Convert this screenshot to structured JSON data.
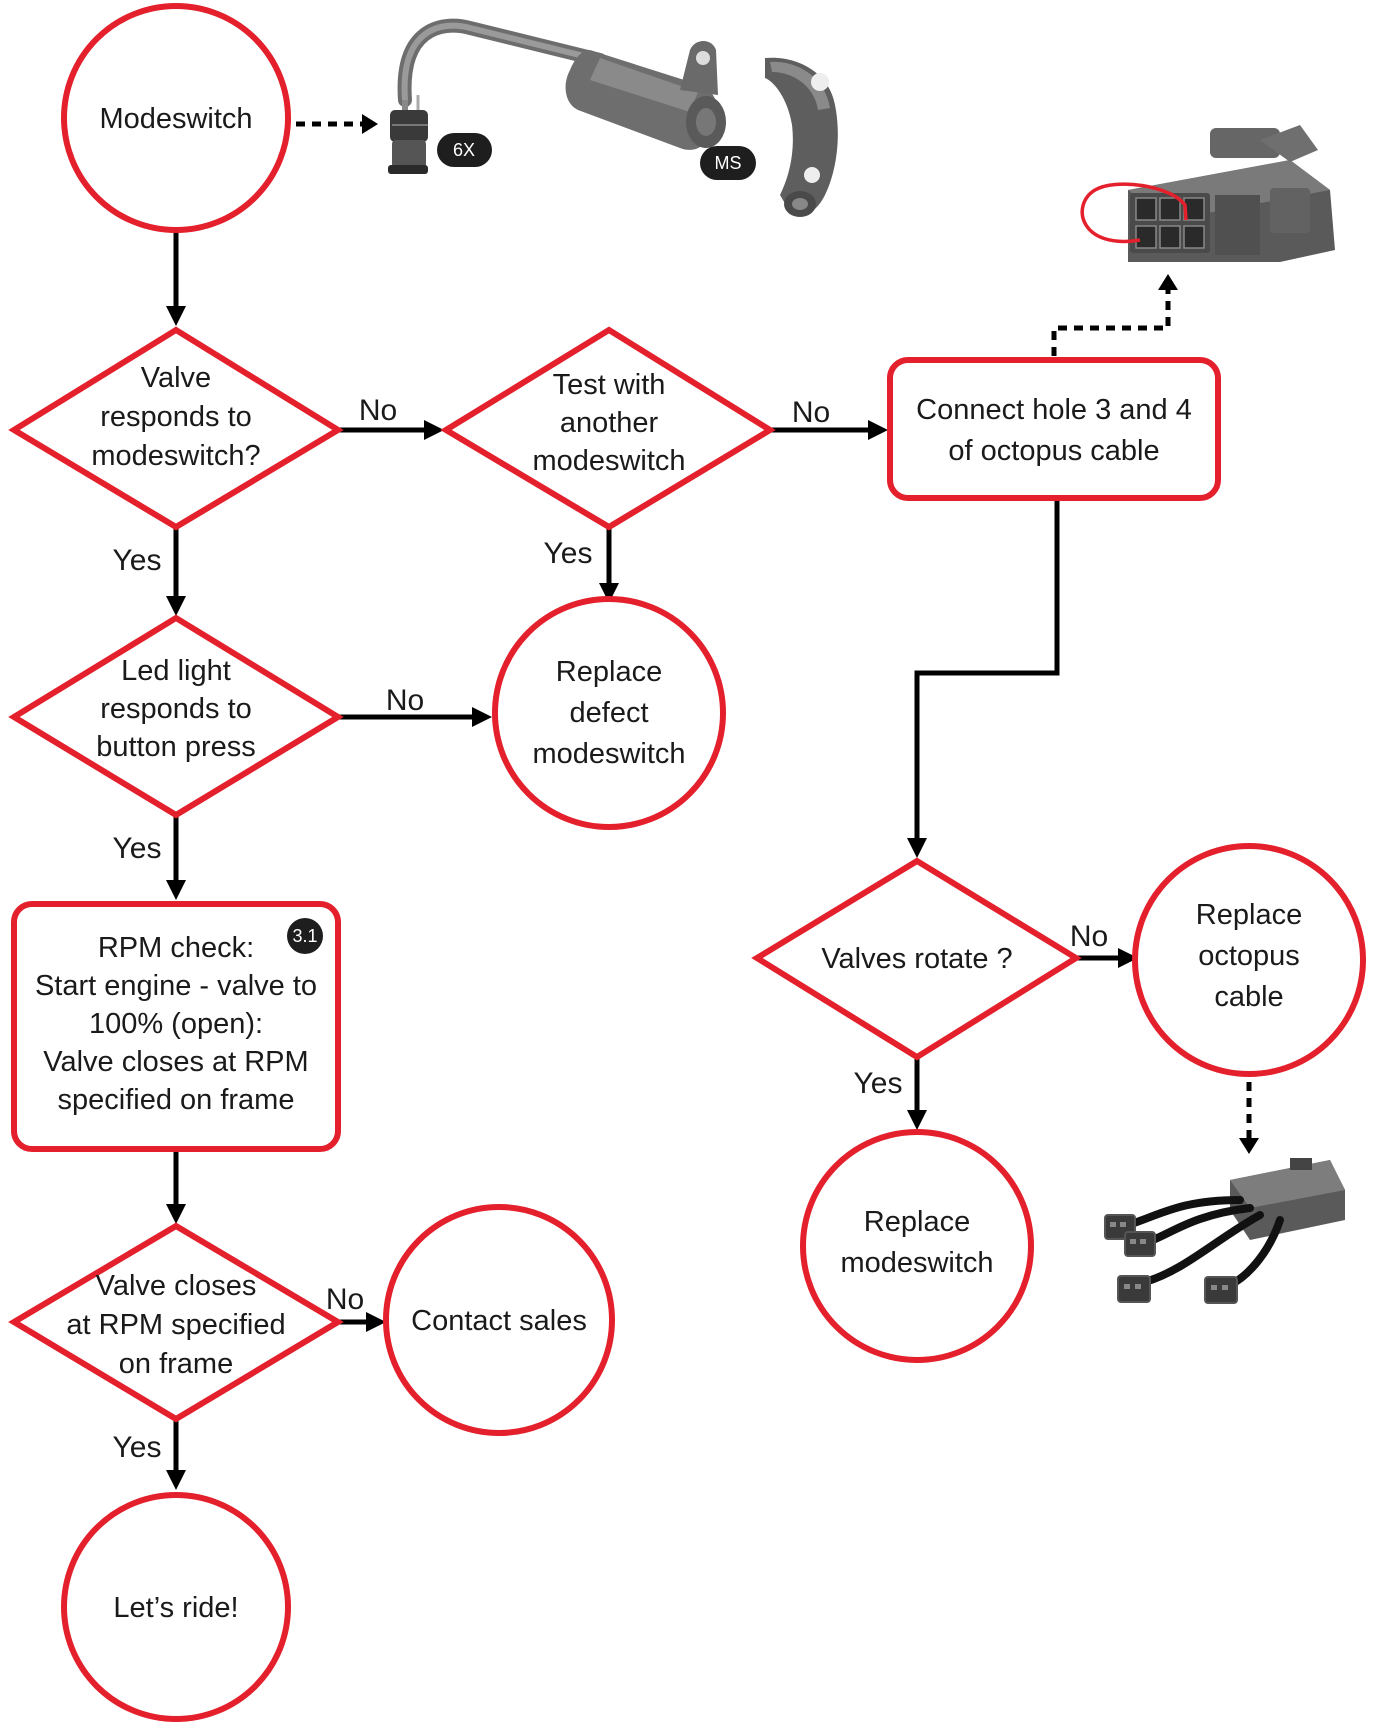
{
  "colors": {
    "accent": "#e3202b",
    "line": "#000000",
    "text": "#1a1a1a",
    "badge": "#1e1e1e"
  },
  "nodes": {
    "modeswitch": "Modeswitch",
    "q_valve_responds": [
      "Valve",
      "responds to",
      "modeswitch?"
    ],
    "q_test_another": [
      "Test with",
      "another",
      "modeswitch"
    ],
    "connect_hole": [
      "Connect hole 3 and 4",
      "of octopus cable"
    ],
    "q_led_light": [
      "Led light",
      "responds to",
      "button press"
    ],
    "replace_defect": [
      "Replace",
      "defect",
      "modeswitch"
    ],
    "rpm_check": [
      "RPM check:",
      "Start engine - valve to",
      "100% (open):",
      "Valve closes at RPM",
      "specified on frame"
    ],
    "q_valves_rotate": "Valves rotate ?",
    "replace_octopus": [
      "Replace",
      "octopus",
      "cable"
    ],
    "replace_modeswitch": [
      "Replace",
      "modeswitch"
    ],
    "q_valve_closes": [
      "Valve closes",
      "at RPM specified",
      "on frame"
    ],
    "contact_sales": "Contact sales",
    "lets_ride": "Let’s ride!"
  },
  "edges": {
    "no": "No",
    "yes": "Yes"
  },
  "badges": {
    "connector": "6X",
    "switch": "MS",
    "step": "3.1"
  },
  "icons": [
    "modeswitch-cable-illustration",
    "octopus-connector-illustration",
    "octopus-cable-illustration"
  ]
}
